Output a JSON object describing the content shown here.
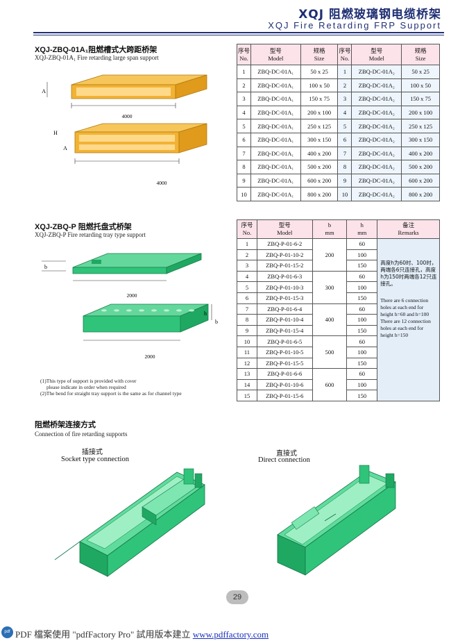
{
  "header": {
    "title_cn": "XQJ 阻燃玻璃钢电缆桥架",
    "title_en": "XQJ Fire Retarding FRP Support"
  },
  "section1": {
    "title": "XQJ-ZBQ-01A₁阻燃槽式大跨距桥架",
    "subtitle": "XQJ-ZBQ-01A₁ Fire retarding large span support",
    "dim_a": "A",
    "dim_h": "H",
    "dim_a2": "A",
    "length_top": "4000",
    "length_bottom": "4000",
    "table": {
      "headers": [
        "序号 No.",
        "型号 Model",
        "规格 Size",
        "序号 No.",
        "型号 Model",
        "规格 Size"
      ],
      "header_cn": [
        "序号",
        "型号",
        "规格",
        "序号",
        "型号",
        "规格"
      ],
      "header_en": [
        "No.",
        "Model",
        "Size",
        "No.",
        "Model",
        "Size"
      ],
      "rows": [
        [
          "1",
          "ZBQ-DC-01A₁",
          "50 x 25",
          "1",
          "ZBQ-DC-01A₂",
          "50 x 25"
        ],
        [
          "2",
          "ZBQ-DC-01A₁",
          "100 x 50",
          "2",
          "ZBQ-DC-01A₂",
          "100 x 50"
        ],
        [
          "3",
          "ZBQ-DC-01A₁",
          "150 x 75",
          "3",
          "ZBQ-DC-01A₂",
          "150 x 75"
        ],
        [
          "4",
          "ZBQ-DC-01A₁",
          "200 x 100",
          "4",
          "ZBQ-DC-01A₂",
          "200 x 100"
        ],
        [
          "5",
          "ZBQ-DC-01A₁",
          "250 x 125",
          "5",
          "ZBQ-DC-01A₂",
          "250 x 125"
        ],
        [
          "6",
          "ZBQ-DC-01A₁",
          "300 x 150",
          "6",
          "ZBQ-DC-01A₂",
          "300 x 150"
        ],
        [
          "7",
          "ZBQ-DC-01A₁",
          "400 x 200",
          "7",
          "ZBQ-DC-01A₂",
          "400 x 200"
        ],
        [
          "8",
          "ZBQ-DC-01A₁",
          "500 x 200",
          "8",
          "ZBQ-DC-01A₂",
          "500 x 200"
        ],
        [
          "9",
          "ZBQ-DC-01A₁",
          "600 x 200",
          "9",
          "ZBQ-DC-01A₂",
          "600 x 200"
        ],
        [
          "10",
          "ZBQ-DC-01A₁",
          "800 x 200",
          "10",
          "ZBQ-DC-01A₂",
          "800 x 200"
        ]
      ]
    }
  },
  "section2": {
    "title": "XQJ-ZBQ-P 阻燃托盘式桥架",
    "subtitle": "XQJ-ZBQ-P Fire retarding tray type support",
    "dim_b": "b",
    "dim_h": "h",
    "dim_b2": "b",
    "length_top": "2000",
    "length_bottom": "2000",
    "notes": [
      "(1)This type of support is provided with cover",
      "please indicate in order when required",
      "(2)The bend for straight tray support is the same as for channel type"
    ],
    "table": {
      "header_cn": [
        "序号",
        "型号",
        "b",
        "h",
        "备注"
      ],
      "header_en": [
        "No.",
        "Model",
        "mm",
        "mm",
        "Remarks"
      ],
      "rows": [
        [
          "1",
          "ZBQ-P-01-6-2",
          "60"
        ],
        [
          "2",
          "ZBQ-P-01-10-2",
          "100"
        ],
        [
          "3",
          "ZBQ-P-01-15-2",
          "150"
        ],
        [
          "4",
          "ZBQ-P-01-6-3",
          "60"
        ],
        [
          "5",
          "ZBQ-P-01-10-3",
          "100"
        ],
        [
          "6",
          "ZBQ-P-01-15-3",
          "150"
        ],
        [
          "7",
          "ZBQ-P-01-6-4",
          "60"
        ],
        [
          "8",
          "ZBQ-P-01-10-4",
          "100"
        ],
        [
          "9",
          "ZBQ-P-01-15-4",
          "150"
        ],
        [
          "10",
          "ZBQ-P-01-6-5",
          "60"
        ],
        [
          "11",
          "ZBQ-P-01-10-5",
          "100"
        ],
        [
          "12",
          "ZBQ-P-01-15-5",
          "150"
        ],
        [
          "13",
          "ZBQ-P-01-6-6",
          "60"
        ],
        [
          "14",
          "ZBQ-P-01-10-6",
          "100"
        ],
        [
          "15",
          "ZBQ-P-01-15-6",
          "150"
        ]
      ],
      "b_groups": [
        "200",
        "300",
        "400",
        "500",
        "600"
      ],
      "remarks_cn": "高度h为60时、100时，两端各6只连接孔，高度h为150时两端各12只连接孔。",
      "remarks_en": "There are 6 connection holes at each end for height h=60 and h=100 There are 12 connection holes at each end for height h=150"
    }
  },
  "section3": {
    "title": "阻燃桥架连接方式",
    "subtitle": "Connection of fire retarding supports",
    "left_cn": "插接式",
    "left_en": "Socket type connection",
    "right_cn": "直接式",
    "right_en": "Direct connection"
  },
  "page_number": "29",
  "footer": {
    "logo": "pdf",
    "text": "PDF 檔案使用 \"pdfFactory Pro\" 試用版本建立",
    "link": "www.pdffactory.com"
  },
  "colors": {
    "header_blue": "#1f2f73",
    "orange_tray": "#f2b233",
    "green_tray": "#2fc47a",
    "table_header_pink": "#fbe3e9",
    "table_blue": "#e3eef9"
  }
}
